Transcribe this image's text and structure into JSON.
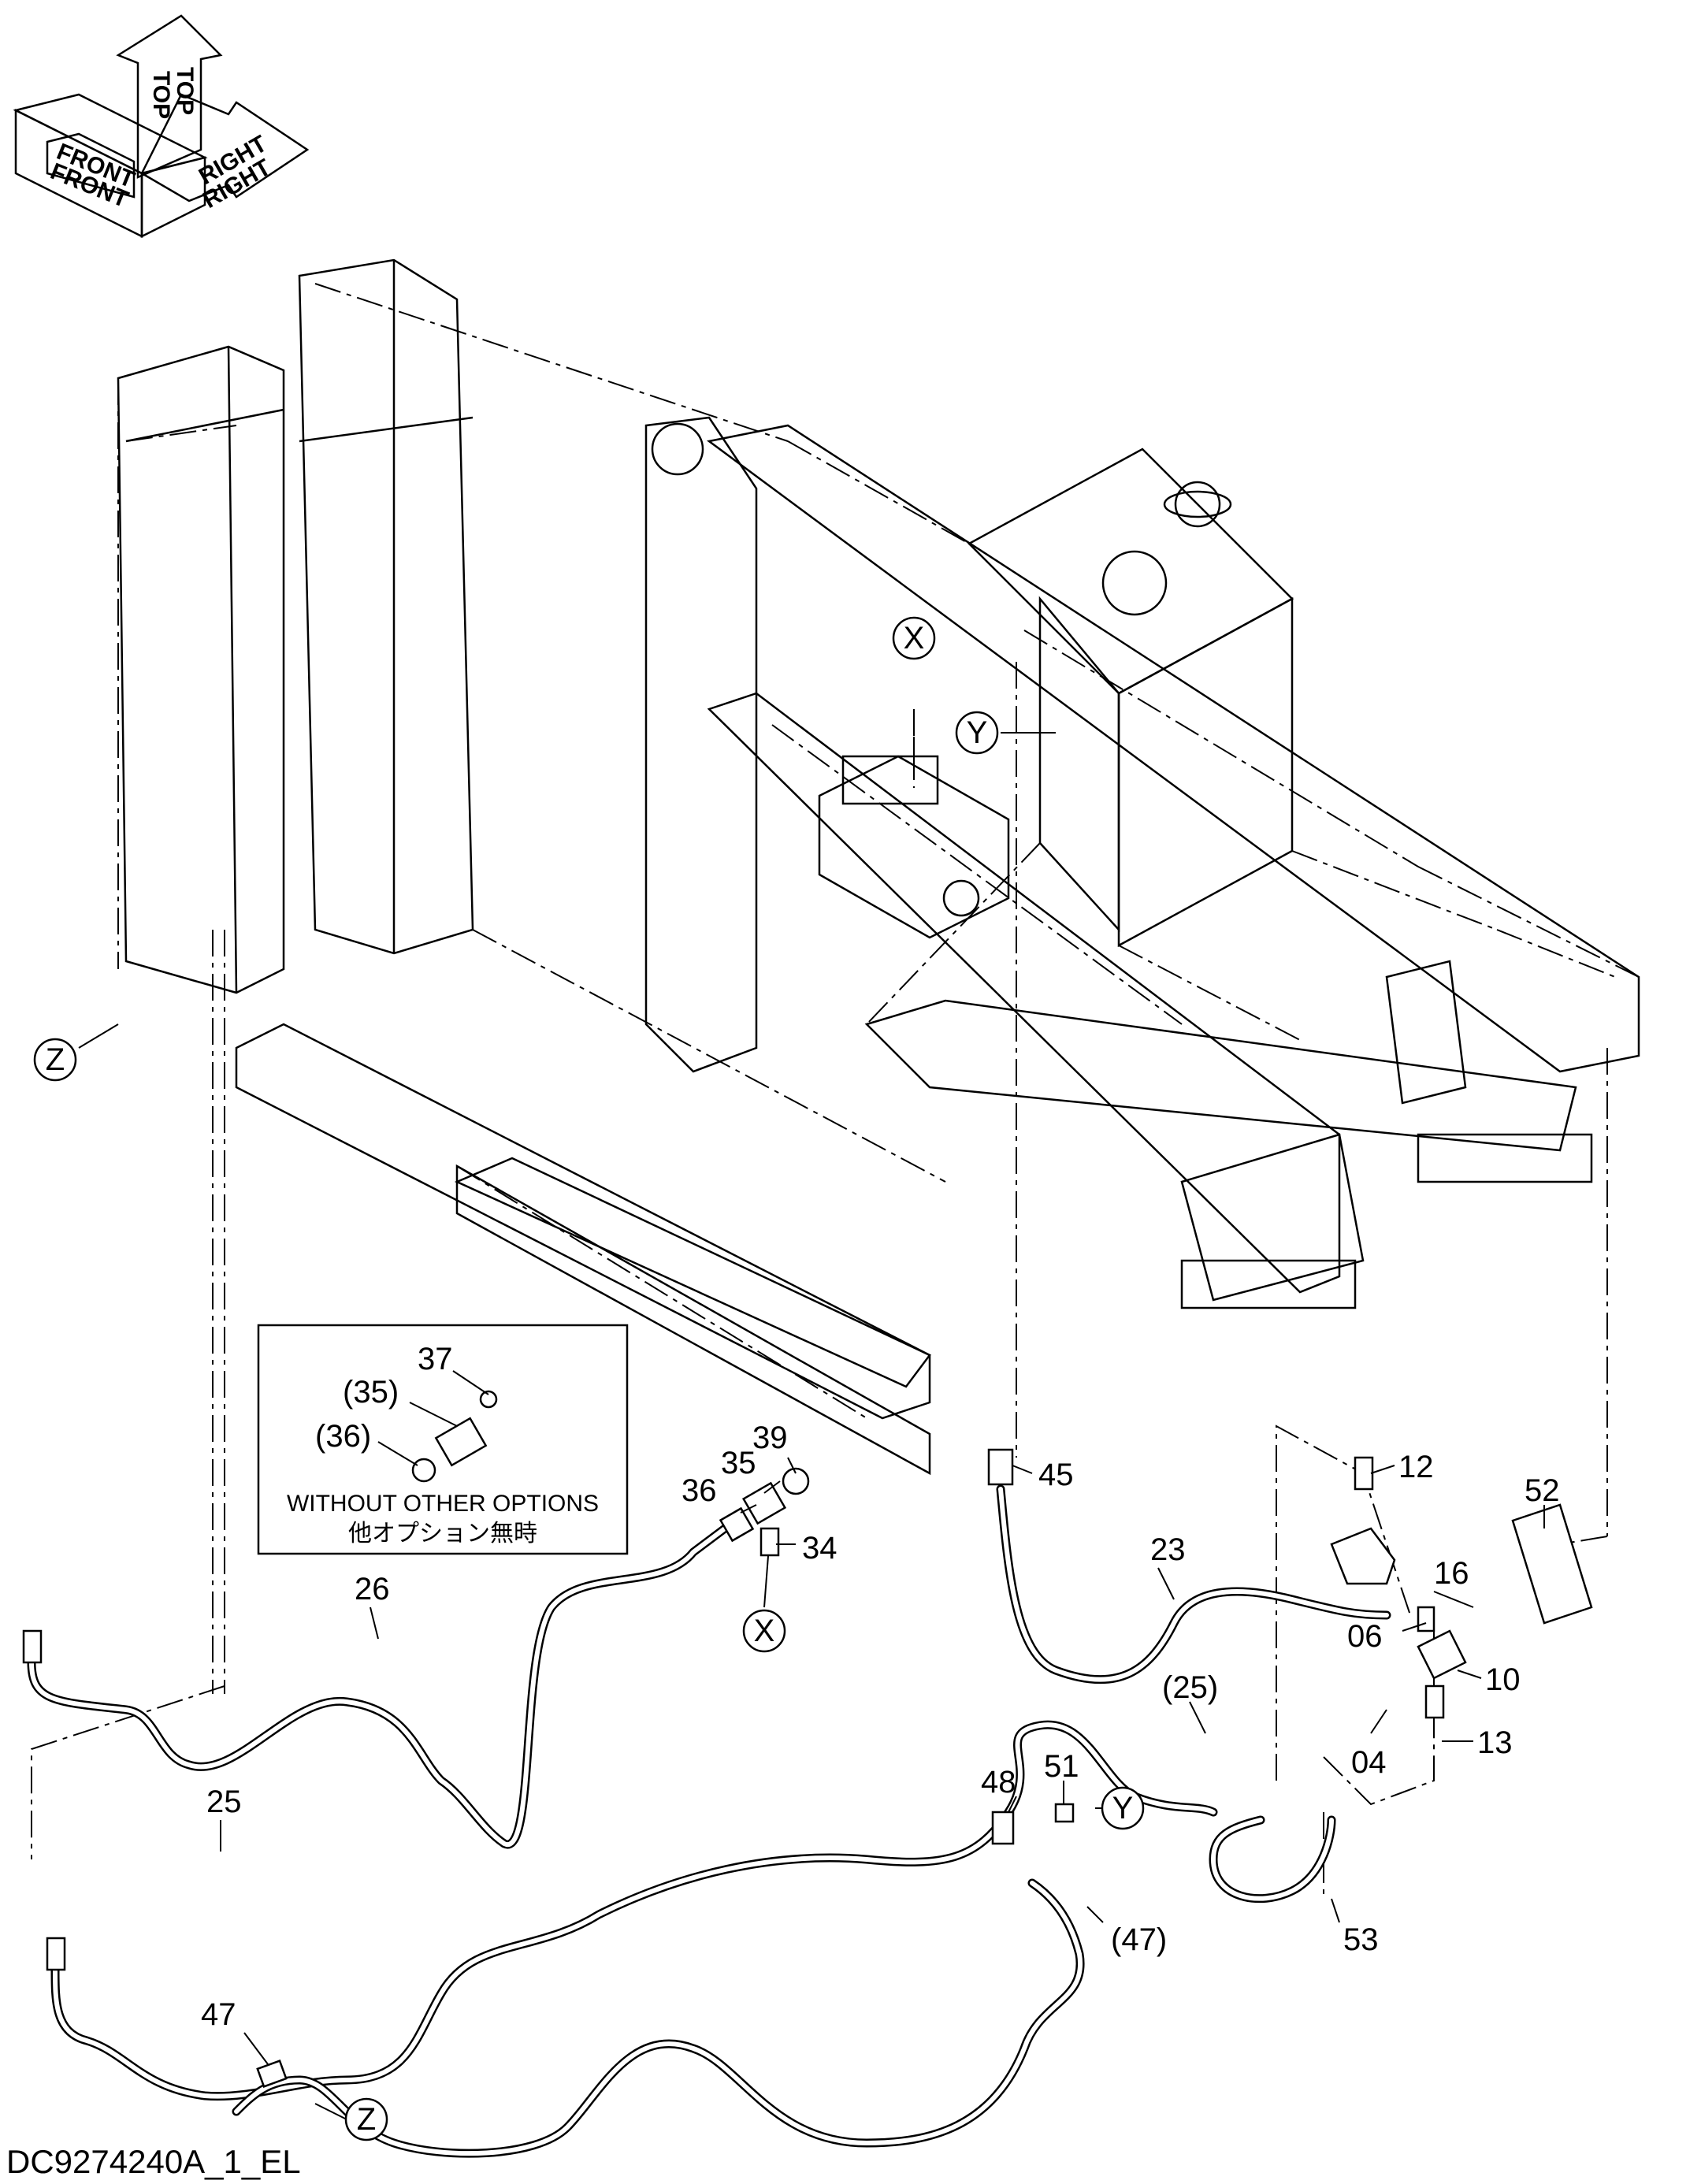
{
  "orientation": {
    "front": "FRONT",
    "top": "TOP",
    "right": "RIGHT"
  },
  "callouts": {
    "p12": "12",
    "p52": "52",
    "p23": "23",
    "p16": "16",
    "p06": "06",
    "p10": "10",
    "p04": "04",
    "p13": "13",
    "p25": "25",
    "p25_ref": "(25)",
    "p26": "26",
    "p36": "36",
    "p35": "35",
    "p39": "39",
    "p34": "34",
    "p45": "45",
    "p48": "48",
    "p51": "51",
    "p47_ref": "(47)",
    "p47": "47",
    "p53": "53"
  },
  "reference_markers": {
    "x_top": "X",
    "y_top": "Y",
    "z_left": "Z",
    "x_bottom": "X",
    "y_bottom": "Y",
    "z_bottom": "Z"
  },
  "inset": {
    "p37": "37",
    "p35_ref": "(35)",
    "p36_ref": "(36)",
    "caption_en": "WITHOUT OTHER OPTIONS",
    "caption_ja": "他オプション無時"
  },
  "drawing_code": "DC9274240A_1_EL"
}
